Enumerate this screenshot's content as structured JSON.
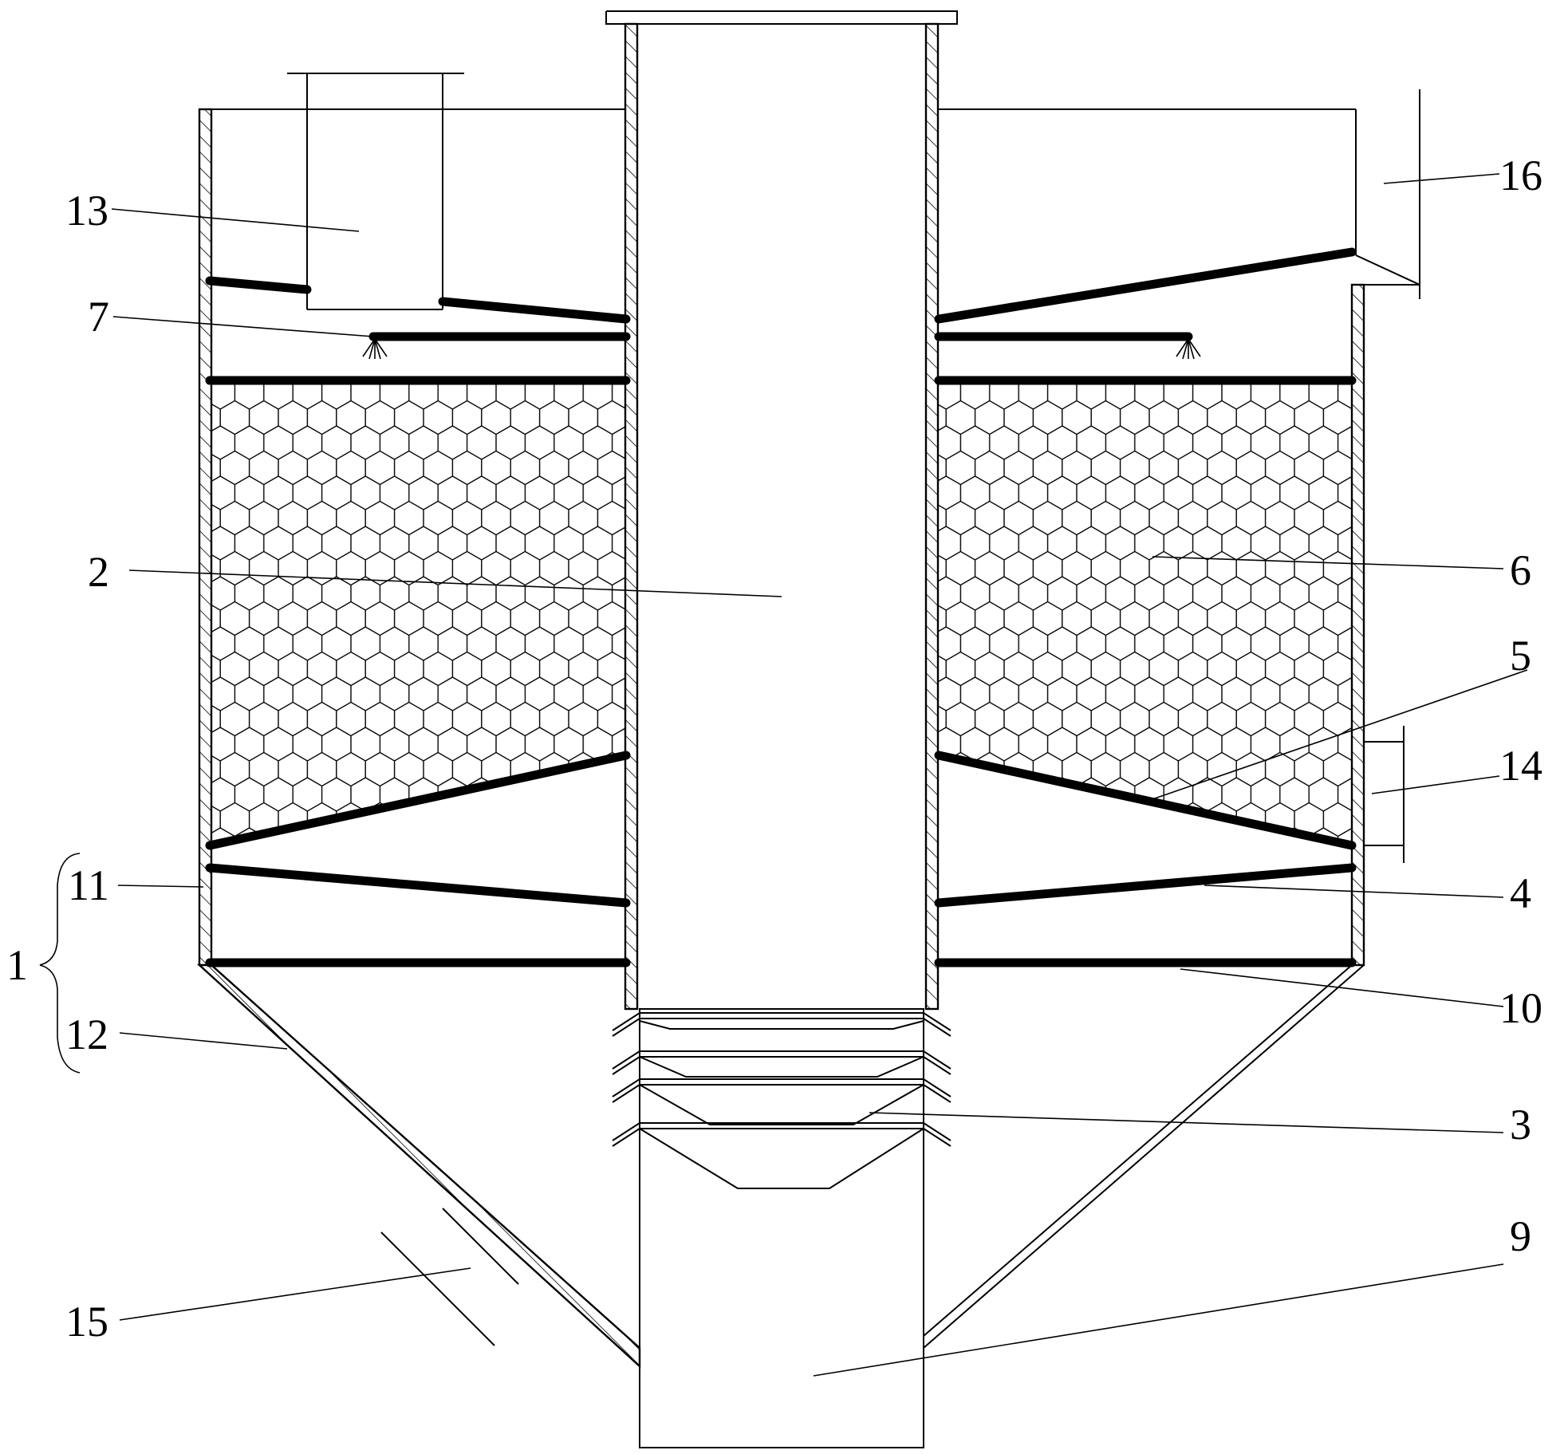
{
  "figure": {
    "labels": [
      {
        "id": "13",
        "text": "13"
      },
      {
        "id": "7",
        "text": "7"
      },
      {
        "id": "2",
        "text": "2"
      },
      {
        "id": "11",
        "text": "11"
      },
      {
        "id": "1",
        "text": "1"
      },
      {
        "id": "12",
        "text": "12"
      },
      {
        "id": "15",
        "text": "15"
      },
      {
        "id": "16",
        "text": "16"
      },
      {
        "id": "6",
        "text": "6"
      },
      {
        "id": "5",
        "text": "5"
      },
      {
        "id": "14",
        "text": "14"
      },
      {
        "id": "4",
        "text": "4"
      },
      {
        "id": "10",
        "text": "10"
      },
      {
        "id": "3",
        "text": "3"
      },
      {
        "id": "9",
        "text": "9"
      }
    ]
  },
  "colors": {
    "line": "#000000",
    "background": "#ffffff"
  }
}
